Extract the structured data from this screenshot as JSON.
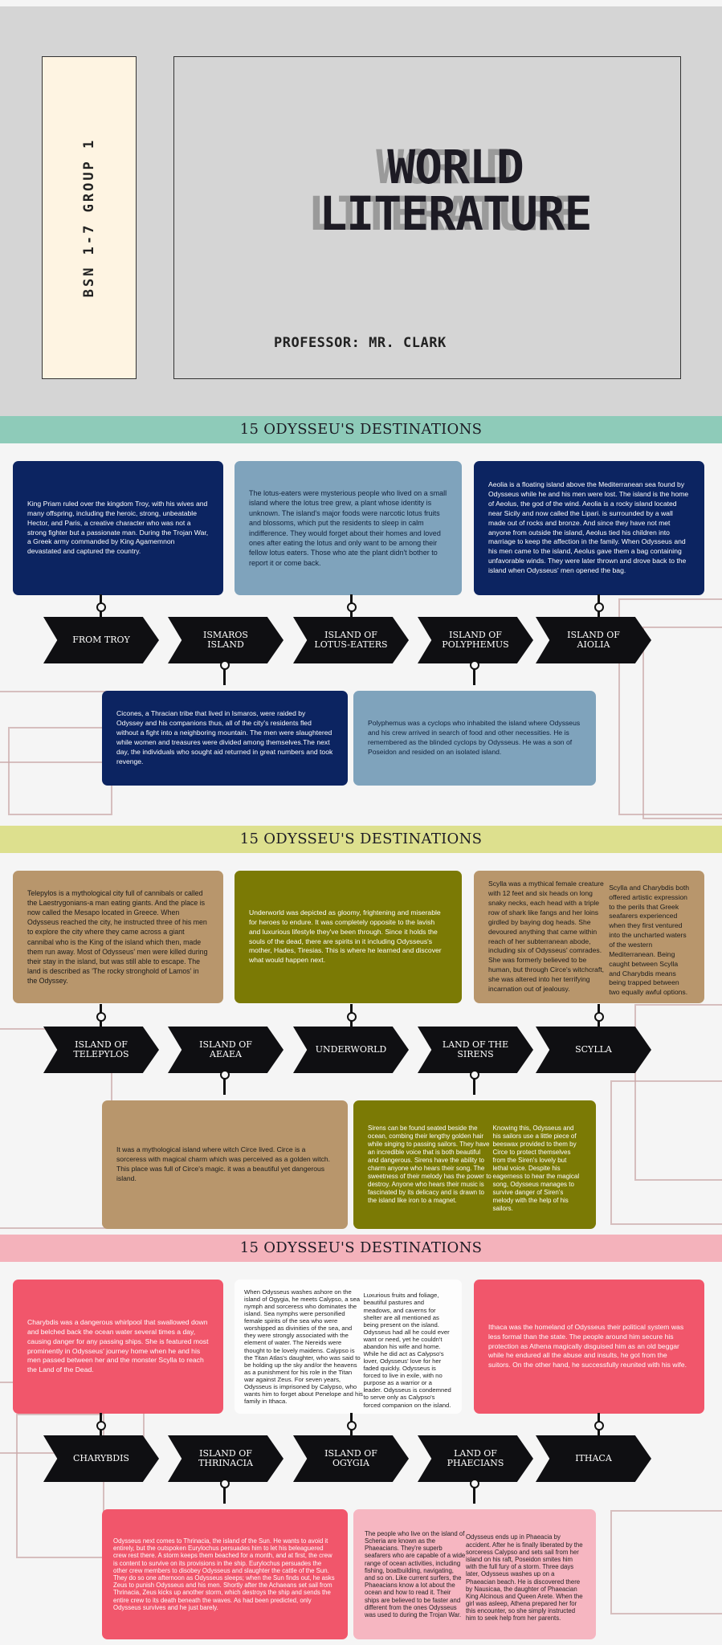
{
  "header": {
    "group": "BSN 1-7 GROUP 1",
    "title_line1": "WORLD",
    "title_line2": "LITERATURE",
    "professor": "PROFESSOR: MR. CLARK"
  },
  "sections": [
    {
      "heading": "15 ODYSSEU'S DESTINATIONS",
      "colors": {
        "band": "#8ecbb9",
        "accent": "#0c2461",
        "accent2": "#7fa3bc"
      },
      "top_cards": [
        "King Priam ruled over the kingdom Troy, with his wives and many offspring, including the heroic, strong, unbeatable Hector, and Paris, a creative character who was not a strong fighter but a passionate man. During the Trojan War, a Greek army commanded by King Agamemnon devastated and captured the country.",
        "The lotus-eaters were mysterious people who lived on a small island where the lotus tree grew, a plant whose identity is unknown. The island's major foods were narcotic lotus fruits and blossoms, which put the residents to sleep in calm indifference. They would forget about their homes and loved ones after eating the lotus and only want to be among their fellow lotus eaters. Those who ate the plant didn't bother to report it or come back.",
        "Aeolia is a floating island above the Mediterranean sea found by Odysseus while he and his men were lost. The island is the home of Aeolus, the god of the wind. Aeolia is a rocky island located near Sicily and now called the Lipari. is surrounded by a wall made out of rocks and bronze. And since they have not met anyone from outside the island, Aeolus tied his children into marriage to keep the affection in the family. When Odysseus and his men came to the island, Aeolus gave them a bag containing unfavorable winds. They were later thrown and drove back to the island when Odysseus' men opened the bag."
      ],
      "destinations": [
        "FROM TROY",
        "ISMAROS ISLAND",
        "ISLAND OF LOTUS-EATERS",
        "ISLAND OF POLYPHEMUS",
        "ISLAND OF AIOLIA"
      ],
      "bottom_cards": [
        "Cicones, a Thracian tribe that lived in Ismaros, were raided by Odyssey and his companions thus, all of the city's residents fled without a fight into a neighboring mountain. The men were slaughtered while women and treasures were divided among themselves.The next day, the individuals who sought aid returned in great numbers and took revenge.",
        "Polyphemus was a cyclops who inhabited the island where Odysseus and his crew arrived in search of food and other necessities. He is remembered as the blinded cyclops by Odysseus. He was a son of Poseidon and resided on an isolated island."
      ]
    },
    {
      "heading": "15 ODYSSEU'S DESTINATIONS",
      "colors": {
        "band": "#dde08e",
        "accent": "#b8966c",
        "accent2": "#7b7a05"
      },
      "top_cards": [
        "Telepylos is a mythological city full of cannibals or called the Laestrygonians-a man eating giants. And the place is now called the Mesapo located in Greece. When Odysseus reached the city, he instructed three of his men to explore the city where they came across a giant cannibal who is the King of the island which then, made them run away. Most of Odysseus' men were killed during their stay in the island, but was still able to escape. The land is described as 'The rocky stronghold of Lamos' in the Odyssey.",
        "Underworld was depicted as gloomy, frightening and miserable for heroes to endure. It was completely opposite to the lavish and luxurious lifestyle they've been through. Since it holds the souls of the dead, there are spirits in it including Odysseus's mother, Hades, Tiresias. This is where he learned and discover what would happen next.",
        "Scylla was a mythical female creature with 12 feet and six heads on long snaky necks, each head with a triple row of shark like fangs and her loins girdled by baying dog heads. She devoured anything that came within reach of her subterranean abode, including six of Odysseus' comrades. She was formerly believed to be human, but through Circe's witchcraft, she was altered into her terrifying incarnation out of jealousy.\n\nScylla and Charybdis both offered artistic expression to the perils that Greek seafarers experienced when they first ventured into the uncharted waters of the western Mediterranean. Being caught between Scylla and Charybdis means being trapped between two equally awful options."
      ],
      "destinations": [
        "ISLAND OF TELEPYLOS",
        "ISLAND OF AEAEA",
        "UNDERWORLD",
        "LAND OF THE SIRENS",
        "SCYLLA"
      ],
      "bottom_cards": [
        "It was a mythological island where witch Circe lived. Circe is a sorceress with magical charm which was perceived as a golden witch. This place was full of Circe's magic. it was a beautiful yet dangerous island.",
        "Sirens can be found seated beside the ocean, combing their lengthy golden hair while singing to passing sailors. They have an incredible voice that is both beautiful and dangerous. Sirens have the ability to charm anyone who hears their song. The sweetness of their melody has the power to destroy. Anyone who hears their music is fascinated by its delicacy and is drawn to the island like iron to a magnet.\n\nKnowing this, Odysseus and his sailors use a little piece of beeswax provided to them by Circe to protect themselves from the Siren's lovely but lethal voice. Despite his eagerness to hear the magical song, Odysseus manages to survive danger of Siren's melody with the help of his sailors."
      ]
    },
    {
      "heading": "15 ODYSSEU'S DESTINATIONS",
      "colors": {
        "band": "#f4b2bb",
        "accent": "#f1566b",
        "accent2": "#f6b6c1"
      },
      "top_cards": [
        "Charybdis was a dangerous whirlpool that swallowed down and belched back the ocean water several times a day, causing danger for any passing ships. She is featured most prominently in Odysseus' journey home when he and his men passed between her and the monster Scylla to reach the Land of the Dead.",
        "When Odysseus washes ashore on the island of Ogygia, he meets Calypso, a sea nymph and sorceress who dominates the island. Sea nymphs were personified female spirits of the sea who were worshipped as divinities of the sea, and they were strongly associated with the element of water. The Nereids were thought to be lovely maidens. Calypso is the Titan Atlas's daughter, who was said to be holding up the sky and/or the heavens as a punishment for his role in the Titan war against Zeus. For seven years, Odysseus is imprisoned by Calypso, who wants him to forget about Penelope and his family in Ithaca.\n\nLuxurious fruits and foliage, beautiful pastures and meadows, and caverns for shelter are all mentioned as being present on the island. Odysseus had all he could ever want or need, yet he couldn't abandon his wife and home. While he did act as Calypso's lover, Odysseus' love for her faded quickly. Odysseus is forced to live in exile, with no purpose as a warrior or a leader. Odysseus is condemned to serve only as Calypso's forced companion on the island.",
        "Ithaca was the homeland of Odysseus their political system was less formal than the state. The people around him secure his protection as Athena magically disguised him as an old beggar while he endured all the abuse and insults, he got from the suitors. On the other hand, he successfully reunited with his wife."
      ],
      "destinations": [
        "CHARYBDIS",
        "ISLAND OF THRINACIA",
        "ISLAND OF OGYGIA",
        "LAND OF PHAECIANS",
        "ITHACA"
      ],
      "bottom_cards": [
        "Odysseus next comes to Thrinacia, the island of the Sun. He wants to avoid it entirely, but the outspoken Eurylochus persuades him to let his beleaguered crew rest there. A storm keeps them beached for a month, and at first, the crew is content to survive on its provisions in the ship. Eurylochus persuades the other crew members to disobey Odysseus and slaughter the cattle of the Sun. They do so one afternoon as Odysseus sleeps; when the Sun finds out, he asks Zeus to punish Odysseus and his men. Shortly after the Achaeans set sail from Thrinacia, Zeus kicks up another storm, which destroys the ship and sends the entire crew to its death beneath the waves. As had been predicted, only Odysseus survives and he just barely.",
        "The people who live on the island of Scheria are known as the Phaeacians. They're superb seafarers who are capable of a wide range of ocean activities, including fishing, boatbuilding, navigating, and so on. Like current surfers, the Phaeacians know a lot about the ocean and how to read it. Their ships are believed to be faster and different from the ones Odysseus was used to during the Trojan War.\n\nOdysseus ends up in Phaeacia by accident. After he is finally liberated by the sorceress Calypso and sets sail from her island on his raft, Poseidon smites him with the full fury of a storm. Three days later, Odysseus washes up on a Phaeacian beach. He is discovered there by Nausicaa, the daughter of Phaeacian King Alcinous and Queen Arete. When the girl was asleep, Athena prepared her for this encounter, so she simply instructed him to seek help from her parents."
      ]
    }
  ]
}
